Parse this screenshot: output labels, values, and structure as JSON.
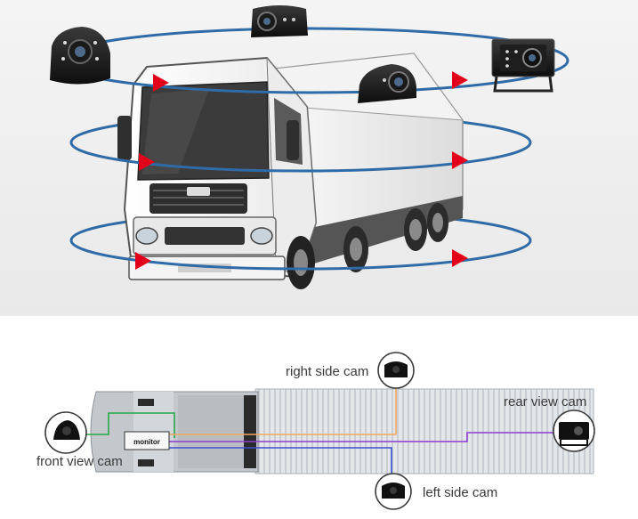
{
  "labels": {
    "right_side_cam": "right side cam",
    "rear_view_cam": "rear view cam",
    "front_view_cam": "front view cam",
    "left_side_cam": "left side cam",
    "monitor": "monitor"
  },
  "colors": {
    "top_background": "#f2f2f2",
    "orbit_ring": "#2f6ba6",
    "arrow": "#e3001b",
    "truck_body": "#f7f7f7",
    "truck_outline": "#4a4a4a",
    "wire_right_cam": "#f0a75a",
    "wire_rear_cam": "#8a3fd0",
    "wire_left_cam": "#3a4fd6",
    "wire_front_cam": "#2aa84a",
    "trailer_fill": "#d9dde2"
  },
  "icons": {
    "camera_dome": "dome-camera-icon",
    "camera_square": "square-camera-icon",
    "monitor": "monitor-box-icon"
  }
}
